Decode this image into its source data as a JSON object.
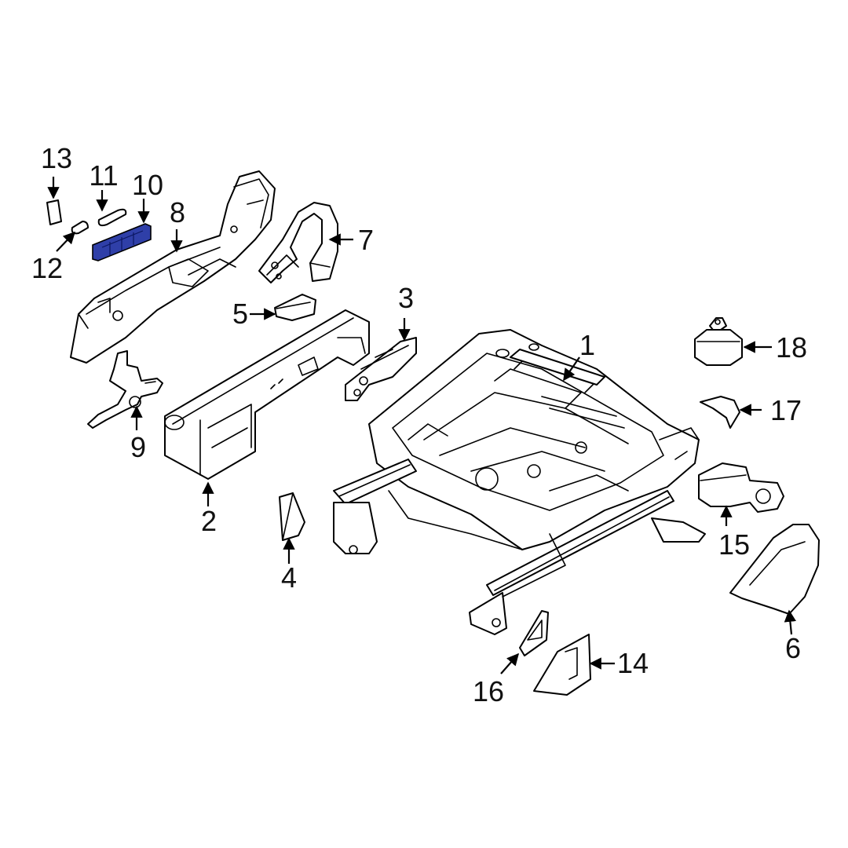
{
  "diagram": {
    "highlight_color": "#2f3fa8",
    "line_color": "#000000",
    "callouts": [
      {
        "id": "1",
        "label": "1"
      },
      {
        "id": "2",
        "label": "2"
      },
      {
        "id": "3",
        "label": "3"
      },
      {
        "id": "4",
        "label": "4"
      },
      {
        "id": "5",
        "label": "5"
      },
      {
        "id": "6",
        "label": "6"
      },
      {
        "id": "7",
        "label": "7"
      },
      {
        "id": "8",
        "label": "8"
      },
      {
        "id": "9",
        "label": "9"
      },
      {
        "id": "10",
        "label": "10"
      },
      {
        "id": "11",
        "label": "11"
      },
      {
        "id": "12",
        "label": "12"
      },
      {
        "id": "13",
        "label": "13"
      },
      {
        "id": "14",
        "label": "14"
      },
      {
        "id": "15",
        "label": "15"
      },
      {
        "id": "16",
        "label": "16"
      },
      {
        "id": "17",
        "label": "17"
      },
      {
        "id": "18",
        "label": "18"
      }
    ],
    "highlighted_part": "10"
  }
}
